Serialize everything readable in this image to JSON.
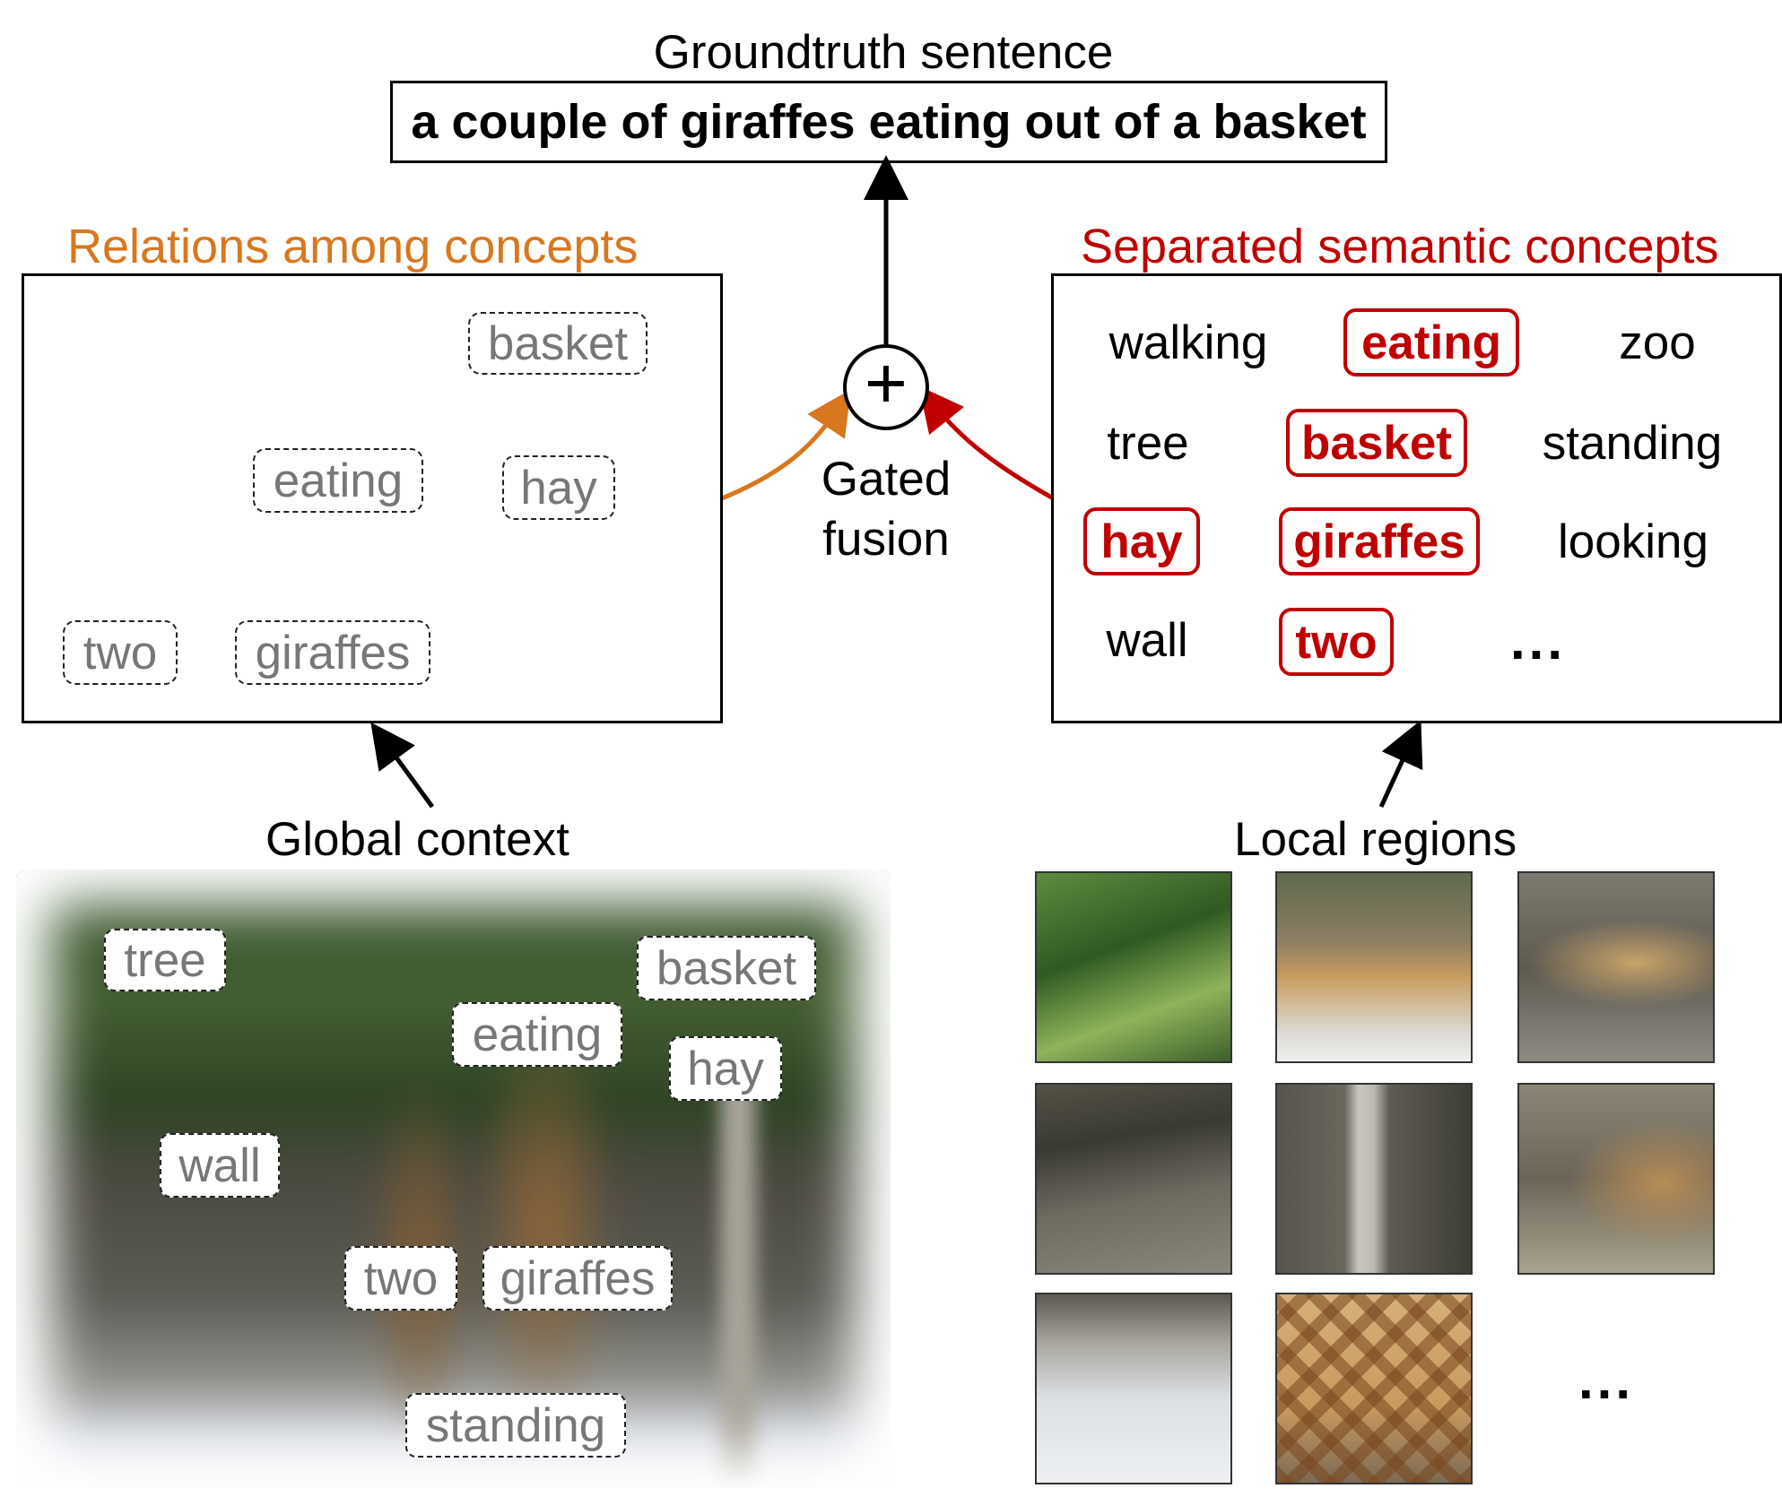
{
  "top": {
    "title": "Groundtruth sentence",
    "sentence": "a couple of giraffes eating out of a basket"
  },
  "fusion": {
    "line1": "Gated",
    "line2": "fusion",
    "symbol": "+"
  },
  "relations": {
    "title": "Relations among concepts",
    "nodes": {
      "basket": "basket",
      "eating": "eating",
      "hay": "hay",
      "two": "two",
      "giraffes": "giraffes"
    }
  },
  "separated": {
    "title": "Separated semantic concepts",
    "rows": [
      [
        "walking",
        "eating",
        "zoo"
      ],
      [
        "tree",
        "basket",
        "standing"
      ],
      [
        "hay",
        "giraffes",
        "looking"
      ],
      [
        "wall",
        "two",
        "..."
      ]
    ],
    "highlighted": [
      "eating",
      "basket",
      "hay",
      "giraffes",
      "two"
    ]
  },
  "global": {
    "label": "Global context",
    "tags": {
      "tree": "tree",
      "basket": "basket",
      "eating": "eating",
      "hay": "hay",
      "wall": "wall",
      "two": "two",
      "giraffes": "giraffes",
      "standing": "standing"
    }
  },
  "local": {
    "label": "Local regions",
    "more": "..."
  },
  "colors": {
    "relations_orange": "#d9771e",
    "concepts_red": "#c00000",
    "node_text_gray": "#777777"
  }
}
